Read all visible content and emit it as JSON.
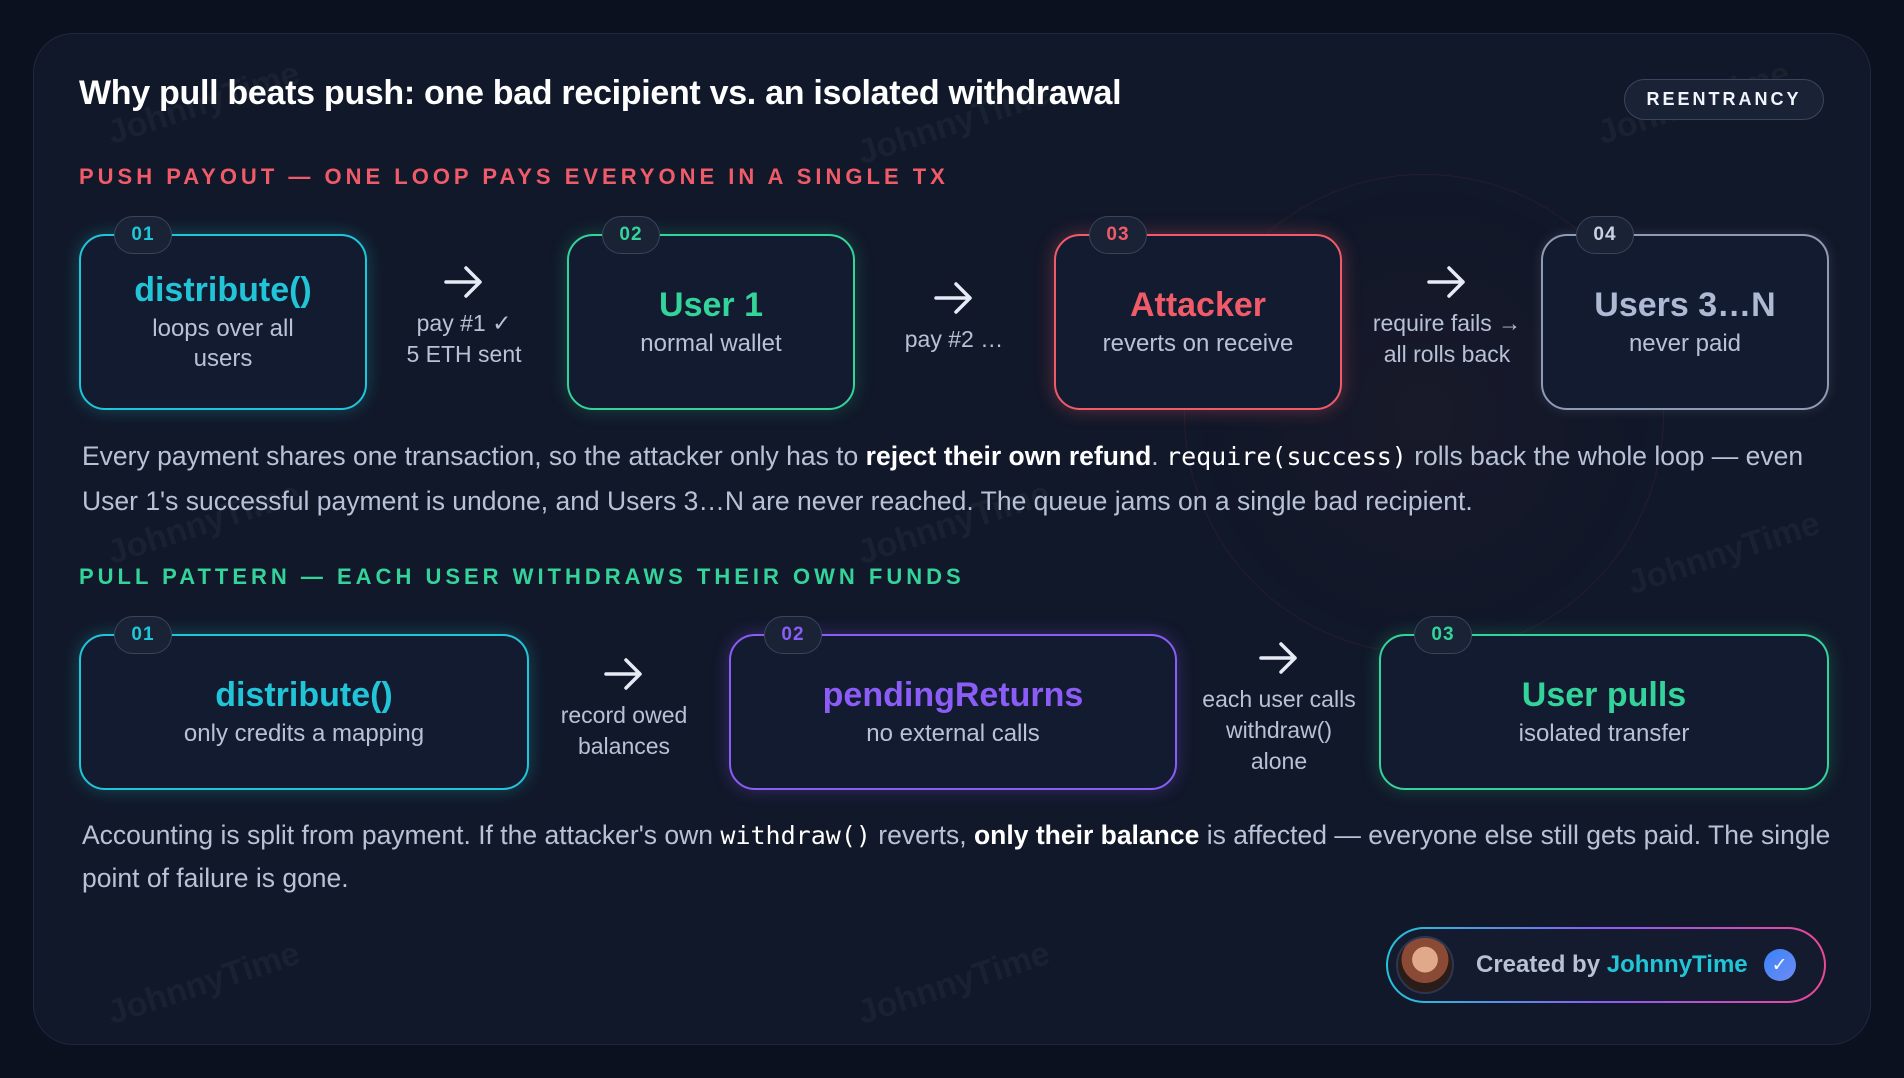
{
  "title": "Why pull beats push: one bad recipient vs. an isolated withdrawal",
  "tag": "REENTRANCY",
  "watermark": "JohnnyTime",
  "push": {
    "label": "PUSH PAYOUT — ONE LOOP PAYS EVERYONE IN A SINGLE TX",
    "nodes": [
      {
        "num": "01",
        "title": "distribute()",
        "sub": "loops over all\nusers"
      },
      {
        "num": "02",
        "title": "User 1",
        "sub": "normal wallet"
      },
      {
        "num": "03",
        "title": "Attacker",
        "sub": "reverts on receive"
      },
      {
        "num": "04",
        "title": "Users 3…N",
        "sub": "never paid"
      }
    ],
    "connectors": [
      {
        "label": "pay #1 ✓\n5 ETH sent"
      },
      {
        "label": "pay #2 …"
      },
      {
        "label": "require fails →\nall rolls back"
      }
    ],
    "para": {
      "t1": "Every payment shares one transaction, so the attacker only has to ",
      "b1": "reject their own refund",
      "t2": ". ",
      "c1": "require(success)",
      "t3": " rolls back the whole loop — even User 1's successful payment is undone, and Users 3…N are never reached. The queue jams on a single bad recipient."
    }
  },
  "pull": {
    "label": "PULL PATTERN — EACH USER WITHDRAWS THEIR OWN FUNDS",
    "nodes": [
      {
        "num": "01",
        "title": "distribute()",
        "sub": "only credits a mapping"
      },
      {
        "num": "02",
        "title": "pendingReturns",
        "sub": "no external calls"
      },
      {
        "num": "03",
        "title": "User pulls",
        "sub": "isolated transfer"
      }
    ],
    "connectors": [
      {
        "label": "record owed\nbalances"
      },
      {
        "label": "each user calls\nwithdraw()\nalone"
      }
    ],
    "para": {
      "t1": "Accounting is split from payment. If the attacker's own ",
      "c1": "withdraw()",
      "t2": " reverts, ",
      "b1": "only their balance",
      "t3": " is affected — everyone else still gets paid. The single point of failure is gone."
    }
  },
  "badge": {
    "prefix": "Created by ",
    "name": "JohnnyTime",
    "check": "✓"
  },
  "colors": {
    "cyan": "#22c4d8",
    "green": "#34d399",
    "red": "#f05b6a",
    "purple": "#8b5cf6",
    "gray": "#8f9ab4",
    "background": "#0c1120"
  }
}
